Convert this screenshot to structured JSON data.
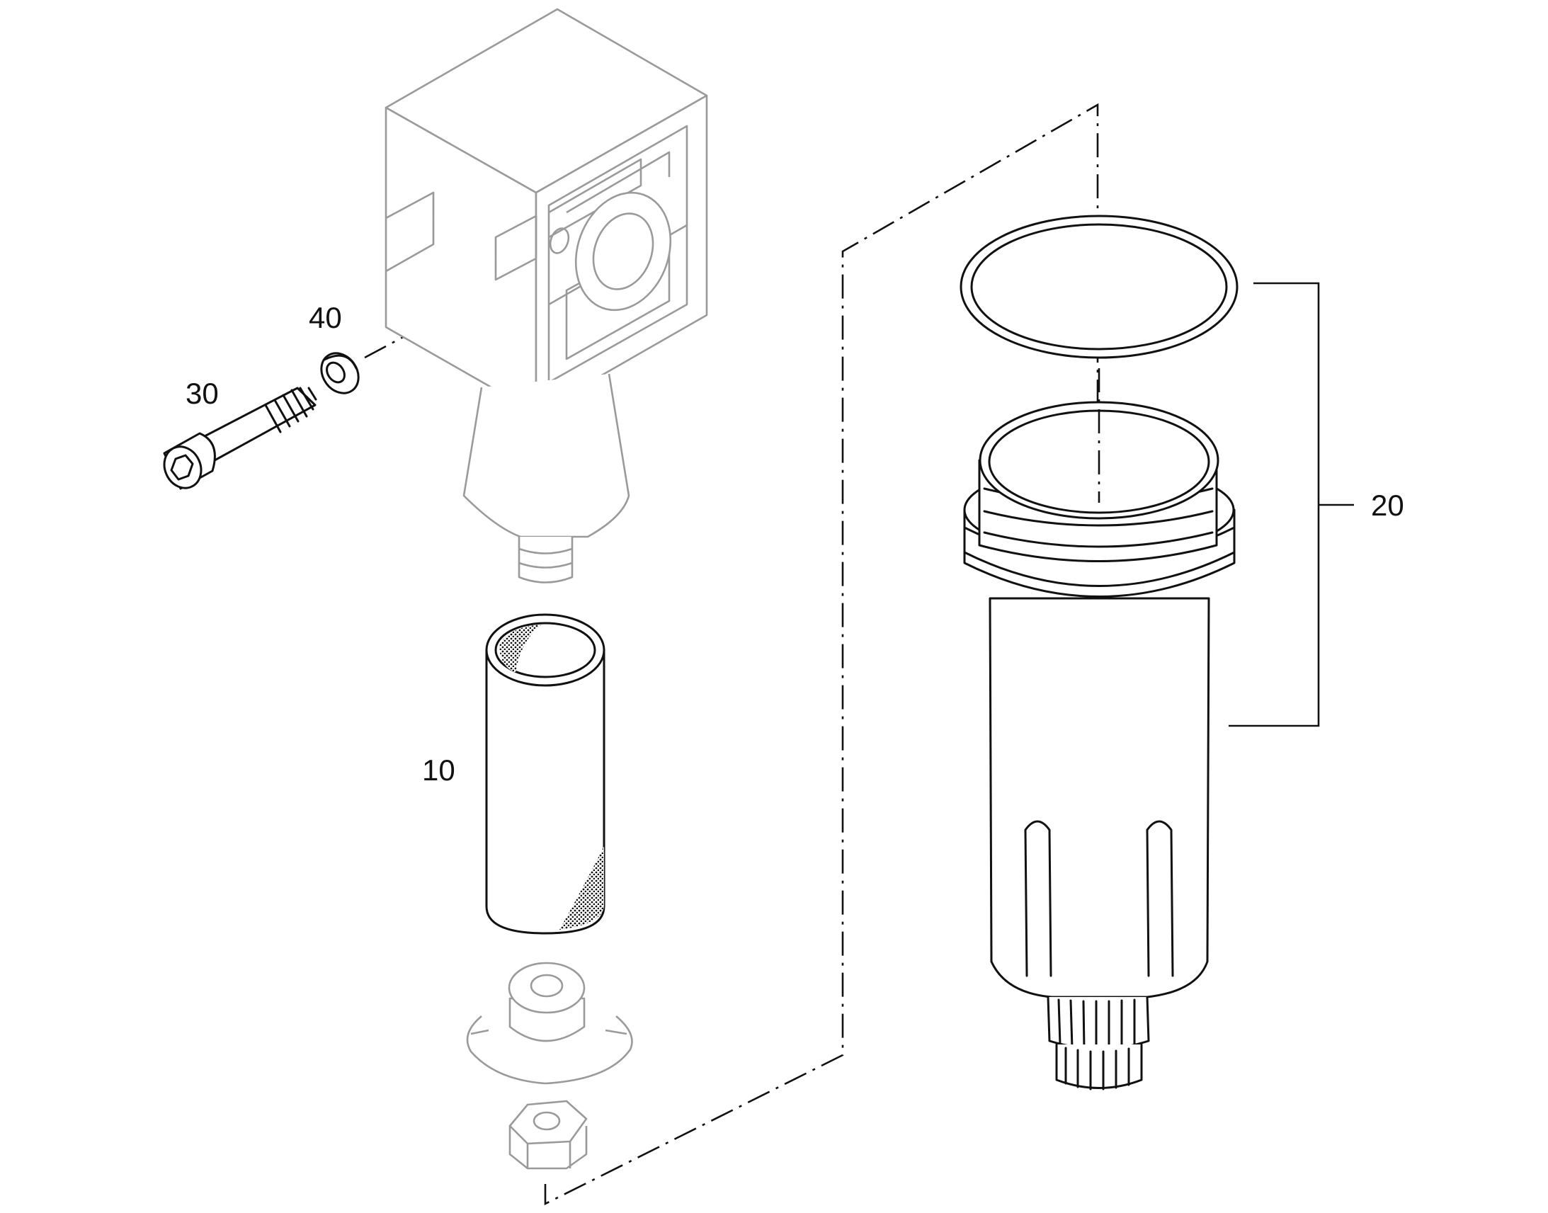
{
  "diagram": {
    "type": "exploded-parts-view",
    "callouts": [
      {
        "id": "10",
        "text": "10"
      },
      {
        "id": "20",
        "text": "20"
      },
      {
        "id": "30",
        "text": "30"
      },
      {
        "id": "40",
        "text": "40"
      }
    ]
  }
}
